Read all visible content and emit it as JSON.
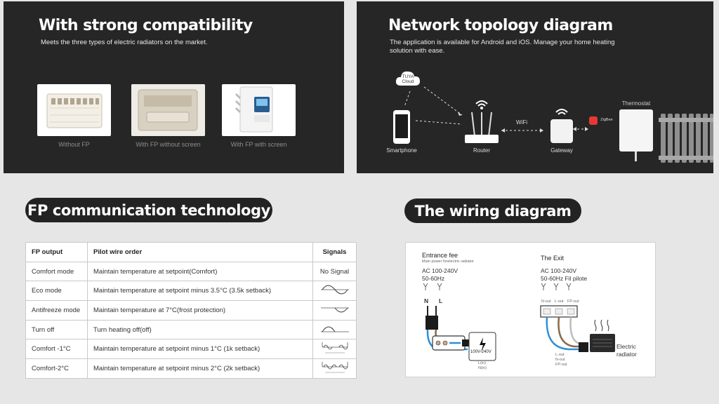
{
  "compat": {
    "title": "With strong compatibility",
    "subtitle": "Meets the three types of electric radiators on the market.",
    "items": [
      {
        "label": "Without  FP"
      },
      {
        "label": "With FP without screen"
      },
      {
        "label": "With FP with screen"
      }
    ]
  },
  "network": {
    "title": "Network topology diagram",
    "subtitle_line1": "The application is available for Android and iOS. Manage your home heating",
    "subtitle_line2": "solution with ease.",
    "cloud_line1": "TUYA",
    "cloud_line2": "Cloud",
    "smartphone": "Smartphone",
    "router": "Router",
    "wifi": "WiFi",
    "gateway": "Gateway",
    "zigbee": "ZigBee",
    "thermostat": "Thermostat"
  },
  "fp": {
    "title": "FP communication technology",
    "headers": [
      "FP output",
      "Pilot wire order",
      "Signals"
    ],
    "rows": [
      {
        "output": "Comfort mode",
        "order": "Maintain temperature at setpoint(Comfort)",
        "signal": "No Signal",
        "signal_type": "none"
      },
      {
        "output": "Eco mode",
        "order": "Maintain temperature at setpoint minus 3.5°C (3.5k setback)",
        "signal_type": "full-sine"
      },
      {
        "output": "Antifreeze mode",
        "order": "Maintain temperature at 7°C(frost protection)",
        "signal_type": "neg-half"
      },
      {
        "output": "Turn off",
        "order": "Turn heating off(off)",
        "signal_type": "pos-half"
      },
      {
        "output": "Comfort -1°C",
        "order": "Maintain temperature at setpoint minus 1°C (1k setback)",
        "signal_type": "pulse-1"
      },
      {
        "output": "Comfort-2°C",
        "order": "Maintain temperature at setpoint minus 2°C (2k setback)",
        "signal_type": "pulse-2"
      }
    ]
  },
  "wiring": {
    "title": "The wiring diagram",
    "entrance_title": "Entrance fee",
    "entrance_sub": "Main power forelectric radiator",
    "entrance_ac": "AC 100-240V",
    "entrance_hz": "50-60Hz",
    "n_label": "N",
    "l_label": "L",
    "module_label": "100V-240V",
    "l_in": "L(in)",
    "n_in": "N(in)",
    "exit_title": "The Exit",
    "exit_ac": "AC 100-240V",
    "exit_hz": "50-60Hz Fil pilote",
    "n_out": "N-out",
    "l_out": "L-out",
    "fp_out": "FP-out",
    "l_out2": "L-out",
    "n_out2": "N-out",
    "fp_out2": "FP-out",
    "radiator_line1": "Electric",
    "radiator_line2": "radiator"
  },
  "colors": {
    "panel": "#262626",
    "accent_red": "#e53935",
    "wire_blue": "#2f8fd8",
    "wire_brown": "#8a6a4a"
  }
}
